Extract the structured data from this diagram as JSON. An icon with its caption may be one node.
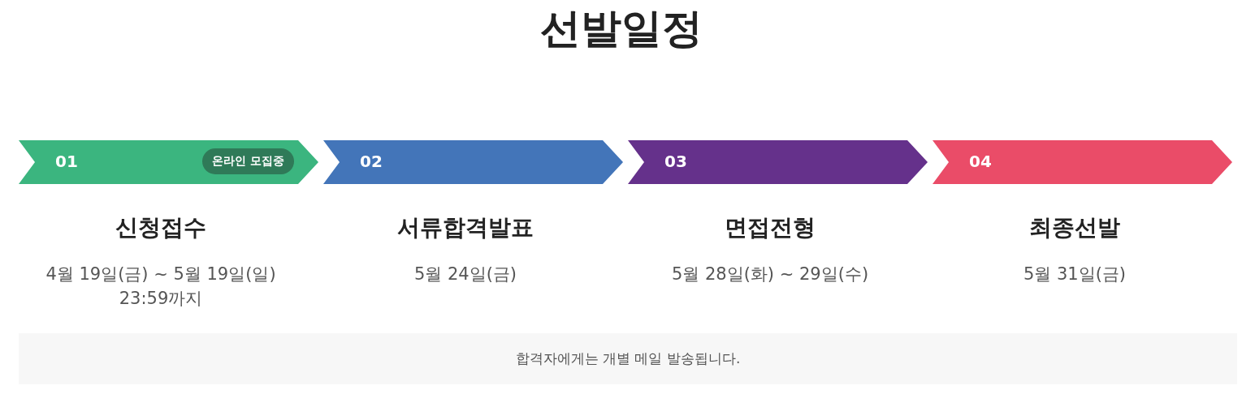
{
  "diagram": {
    "title": "선발일정",
    "nodes": [
      {
        "text": [
          "01"
        ],
        "beside": [
          "신청접수",
          "4월 19일(금) ~ 5월 19일(일) 23:59까지"
        ]
      },
      {
        "text": [
          "온라인 모집중"
        ],
        "in": 0
      },
      {
        "text": [
          "02"
        ],
        "beside": [
          "서류합격발표",
          "5월 24일(금)"
        ]
      },
      {
        "text": [
          "03"
        ],
        "beside": [
          "면접전형",
          "5월 28일(화) ~ 29일(수)"
        ]
      },
      {
        "text": [
          "04"
        ],
        "beside": [
          "최종선발",
          "5월 31일(금)"
        ]
      },
      {
        "text": [
          "합격자에게는 개별 메일 발송됩니다."
        ]
      }
    ]
  }
}
